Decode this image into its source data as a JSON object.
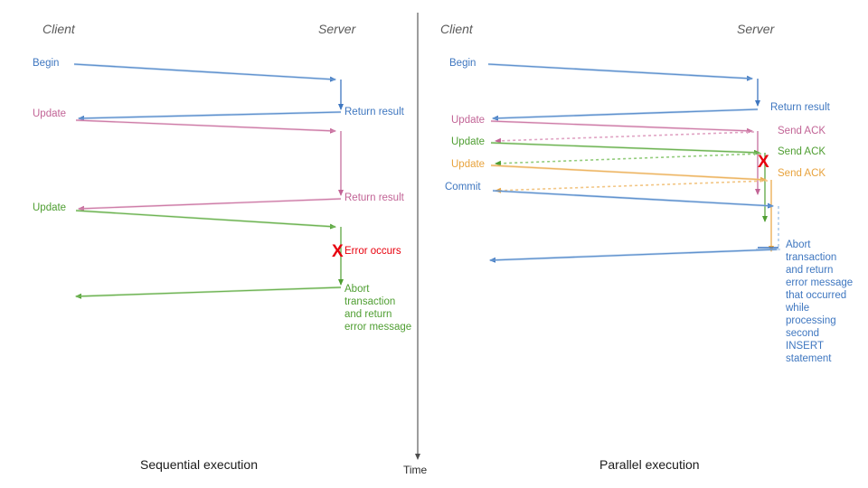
{
  "diagram": {
    "title": "Sequential vs Parallel transaction execution sequence diagram",
    "colors": {
      "blue": "#3f77c0",
      "blue_light": "#8ab3e0",
      "pink": "#c26496",
      "pink_light": "#e0a3c3",
      "green": "#4f9e32",
      "green_light": "#93cc7c",
      "orange": "#e8a33d",
      "orange_light": "#f2c583",
      "red": "#e8000d",
      "axis": "#4d4d4d",
      "actor": "#5a5a5a",
      "caption": "#1a1a1a"
    },
    "time_axis": {
      "label": "Time"
    },
    "panels": [
      {
        "id": "sequential",
        "caption": "Sequential execution",
        "actors": {
          "client": "Client",
          "server": "Server"
        },
        "client_messages": [
          {
            "label": "Begin",
            "color": "blue"
          },
          {
            "label": "Update",
            "color": "pink"
          },
          {
            "label": "Update",
            "color": "green"
          }
        ],
        "server_messages": [
          {
            "label": "Return result",
            "color": "blue"
          },
          {
            "label": "Return result",
            "color": "pink"
          },
          {
            "label": "Error occurs",
            "color": "red"
          }
        ],
        "error_marker": "X",
        "abort_note": "Abort\ntransaction\nand return\nerror message",
        "abort_note_color": "green"
      },
      {
        "id": "parallel",
        "caption": "Parallel execution",
        "actors": {
          "client": "Client",
          "server": "Server"
        },
        "client_messages": [
          {
            "label": "Begin",
            "color": "blue"
          },
          {
            "label": "Update",
            "color": "pink"
          },
          {
            "label": "Update",
            "color": "green"
          },
          {
            "label": "Update",
            "color": "orange"
          },
          {
            "label": "Commit",
            "color": "blue"
          }
        ],
        "server_messages": [
          {
            "label": "Return result",
            "color": "blue"
          },
          {
            "label": "Send ACK",
            "color": "pink"
          },
          {
            "label": "Send ACK",
            "color": "green"
          },
          {
            "label": "Send ACK",
            "color": "orange"
          }
        ],
        "error_marker": "X",
        "abort_note": "Abort\ntransaction\nand return\nerror message\nthat occurred\nwhile\nprocessing\nsecond\nINSERT\nstatement",
        "abort_note_color": "blue"
      }
    ]
  }
}
